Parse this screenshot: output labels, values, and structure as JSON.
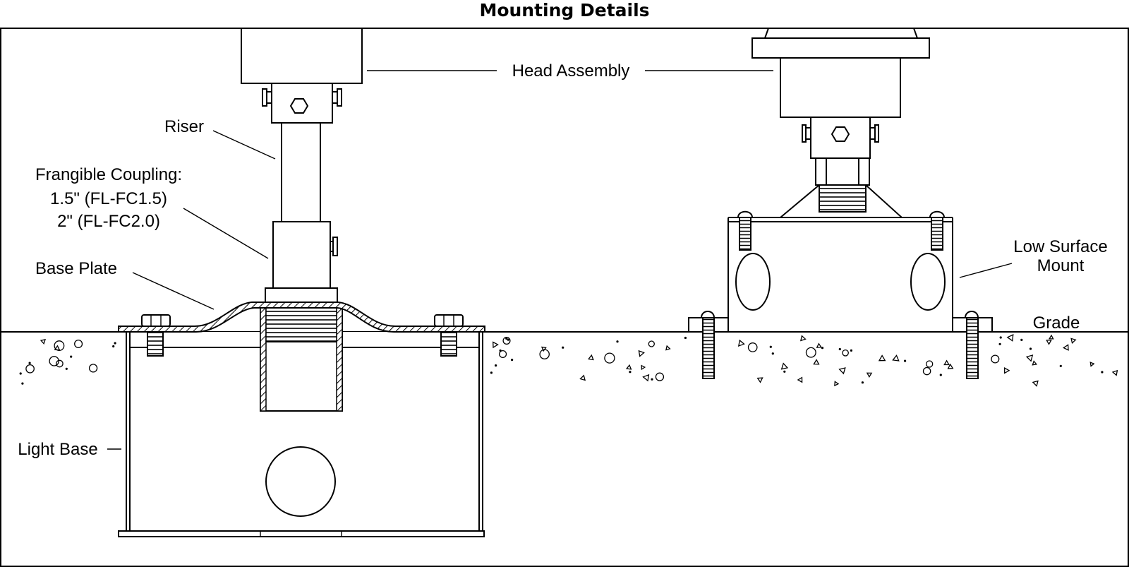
{
  "title": "Mounting Details",
  "labels": {
    "head_assembly": "Head Assembly",
    "riser": "Riser",
    "frangible_coupling": "Frangible Coupling:",
    "coupling_option_1": "1.5\" (FL-FC1.5)",
    "coupling_option_2": "2\" (FL-FC2.0)",
    "base_plate": "Base Plate",
    "light_base": "Light Base",
    "low_surface_mount_line1": "Low Surface",
    "low_surface_mount_line2": "Mount",
    "grade": "Grade"
  },
  "colors": {
    "ink": "#000000",
    "paper": "#ffffff"
  }
}
